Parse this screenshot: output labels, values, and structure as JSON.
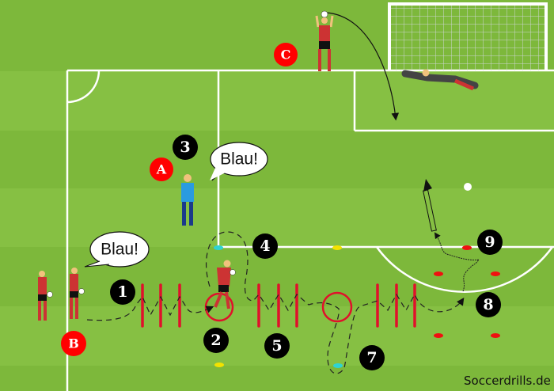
{
  "colors": {
    "grass_light": "#86c043",
    "grass_dark": "#7db83b",
    "line": "#ffffff",
    "pole": "#e0112b",
    "marker": "#000000",
    "letter_marker": "#ff0000",
    "player_shirt": "#cc3300",
    "keeper_shirt": "#2a9be0"
  },
  "markers": [
    "1",
    "2",
    "3",
    "4",
    "5",
    "7",
    "8",
    "9"
  ],
  "letters": {
    "a": "A",
    "b": "B",
    "c": "C"
  },
  "bubbles": {
    "left": "Blau!",
    "top": "Blau!"
  },
  "watermark": "Soccerdrills.de"
}
